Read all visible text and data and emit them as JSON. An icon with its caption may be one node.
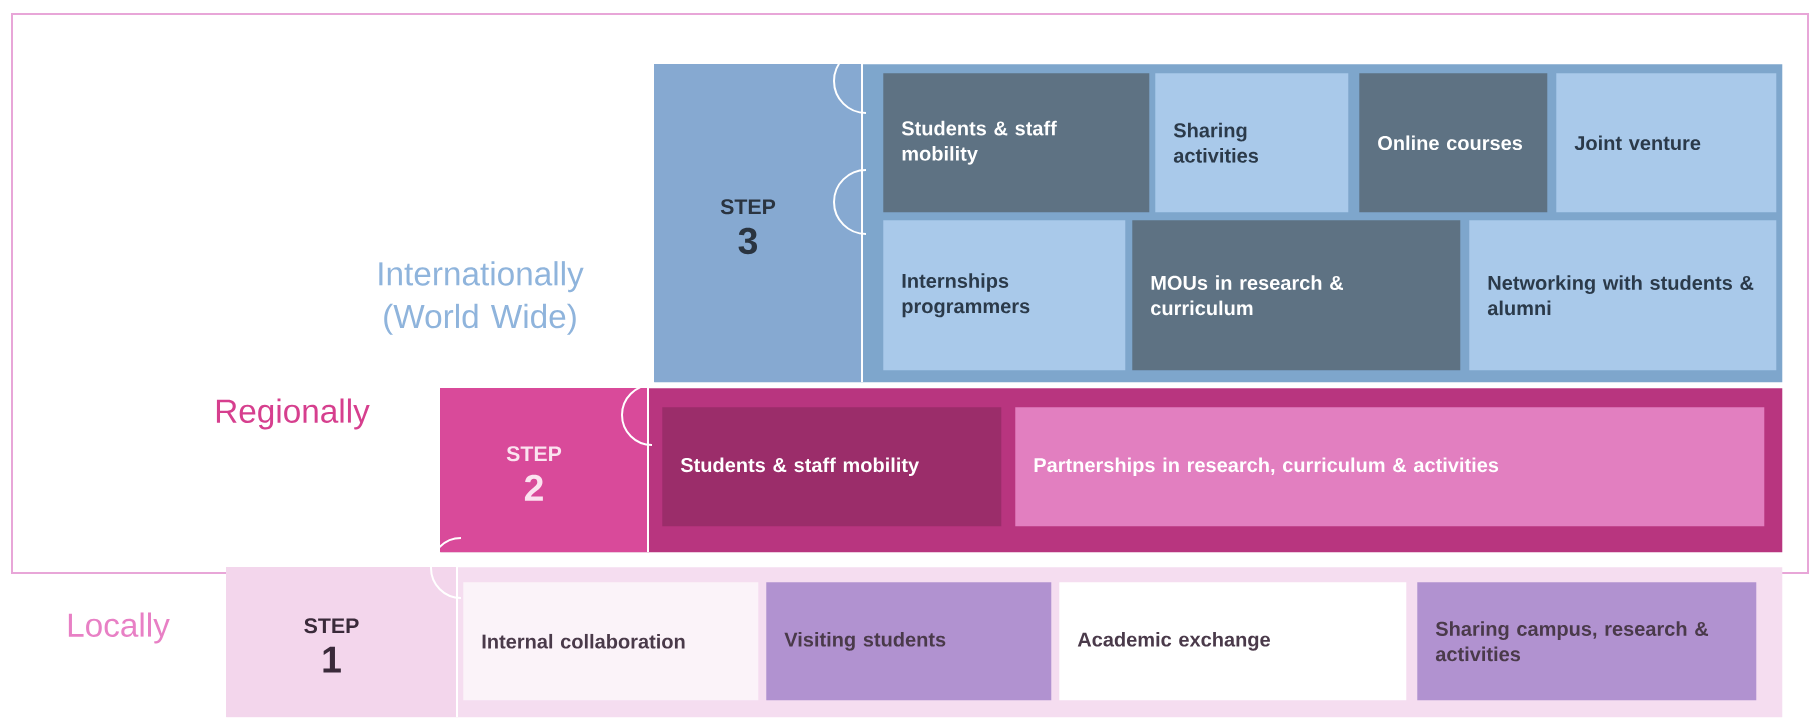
{
  "diagram": {
    "nodes": [
      {
        "text": [
          "STEP",
          "3"
        ],
        "beside": [
          "Internationally (World Wide)"
        ]
      },
      {
        "text": [
          "Students & staff mobility"
        ],
        "in": 0
      },
      {
        "text": [
          "Sharing activities"
        ],
        "in": 0
      },
      {
        "text": [
          "Online courses"
        ],
        "in": 0
      },
      {
        "text": [
          "Joint venture"
        ],
        "in": 0
      },
      {
        "text": [
          "Internships programmers"
        ],
        "in": 0
      },
      {
        "text": [
          "MOUs in research & curriculum"
        ],
        "in": 0
      },
      {
        "text": [
          "Networking with students & alumni"
        ],
        "in": 0
      },
      {
        "text": [
          "STEP",
          "2"
        ],
        "beside": [
          "Regionally"
        ]
      },
      {
        "text": [
          "Students & staff mobility"
        ],
        "in": 8
      },
      {
        "text": [
          "Partnerships in research, curriculum & activities"
        ],
        "in": 8
      },
      {
        "text": [
          "STEP",
          "1"
        ],
        "beside": [
          "Locally"
        ]
      },
      {
        "text": [
          "Internal collaboration"
        ],
        "in": 11
      },
      {
        "text": [
          "Visiting students"
        ],
        "in": 11
      },
      {
        "text": [
          "Academic exchange"
        ],
        "in": 11
      },
      {
        "text": [
          "Sharing campus, research & activities"
        ],
        "in": 11
      }
    ]
  }
}
